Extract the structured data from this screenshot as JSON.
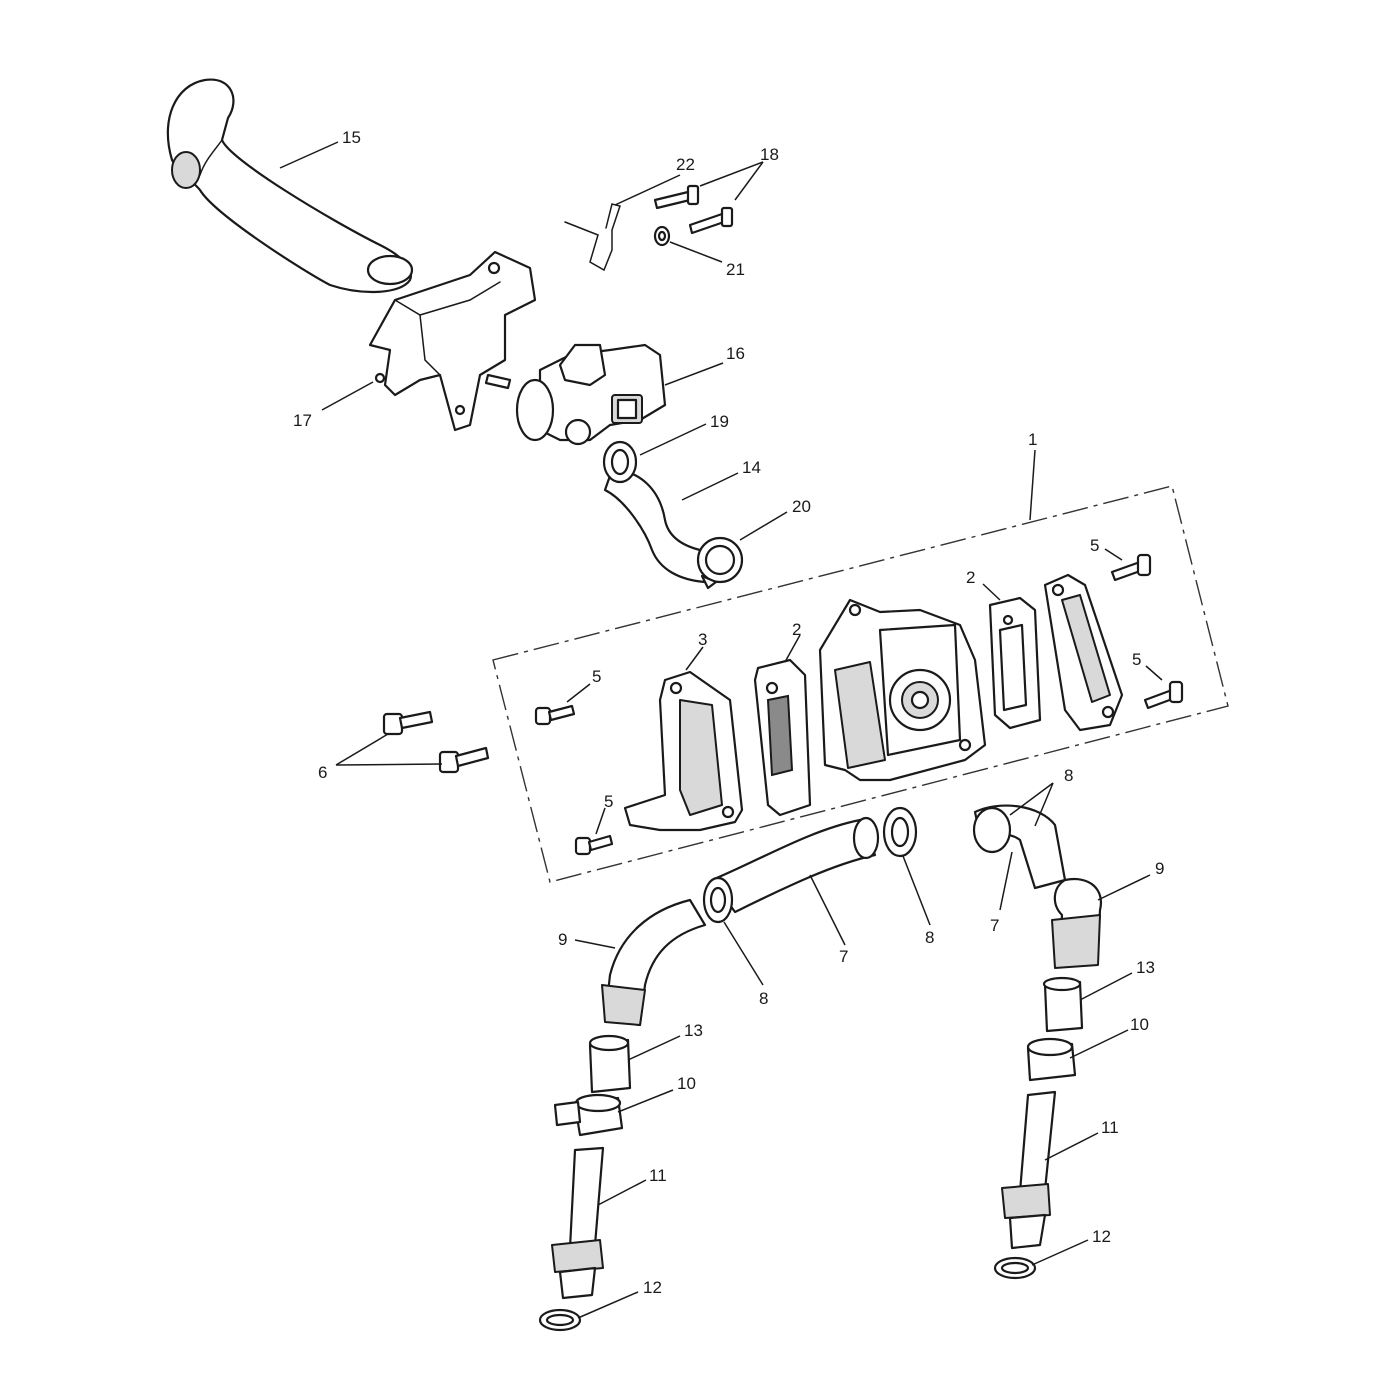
{
  "diagram": {
    "labels": {
      "l1": "1",
      "l2a": "2",
      "l2b": "2",
      "l3": "3",
      "l5a": "5",
      "l5b": "5",
      "l5c": "5",
      "l5d": "5",
      "l6": "6",
      "l7a": "7",
      "l7b": "7",
      "l8a": "8",
      "l8b": "8",
      "l8c": "8",
      "l9a": "9",
      "l9b": "9",
      "l10a": "10",
      "l10b": "10",
      "l11a": "11",
      "l11b": "11",
      "l12a": "12",
      "l12b": "12",
      "l13a": "13",
      "l13b": "13",
      "l14": "14",
      "l15": "15",
      "l16": "16",
      "l17": "17",
      "l18": "18",
      "l19": "19",
      "l20": "20",
      "l21": "21",
      "l22": "22"
    }
  }
}
